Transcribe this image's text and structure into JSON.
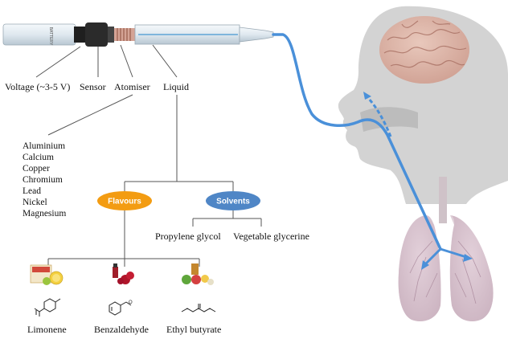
{
  "device": {
    "battery_text": "BATTERY",
    "components": [
      {
        "id": "voltage",
        "label": "Voltage (~3-5 V)"
      },
      {
        "id": "sensor",
        "label": "Sensor"
      },
      {
        "id": "atomiser",
        "label": "Atomiser"
      },
      {
        "id": "liquid",
        "label": "Liquid"
      }
    ]
  },
  "metals": [
    "Aluminium",
    "Calcium",
    "Copper",
    "Chromium",
    "Lead",
    "Nickel",
    "Magnesium"
  ],
  "flavours": {
    "label": "Flavours",
    "color": "#f39c12",
    "examples": [
      {
        "icon": "citrus-fruit-icon",
        "label": "Limonene"
      },
      {
        "icon": "cherry-icon",
        "label": "Benzaldehyde"
      },
      {
        "icon": "mixed-fruit-icon",
        "label": "Ethyl butyrate"
      }
    ]
  },
  "solvents": {
    "label": "Solvents",
    "color": "#4f86c6",
    "items": [
      "Propylene glycol",
      "Vegetable glycerine"
    ]
  },
  "colors": {
    "aerosol_path": "#4a90d9",
    "head": "#d3d3d3",
    "brain": "#d9b5a8",
    "lungs": "#d7c3cf"
  }
}
